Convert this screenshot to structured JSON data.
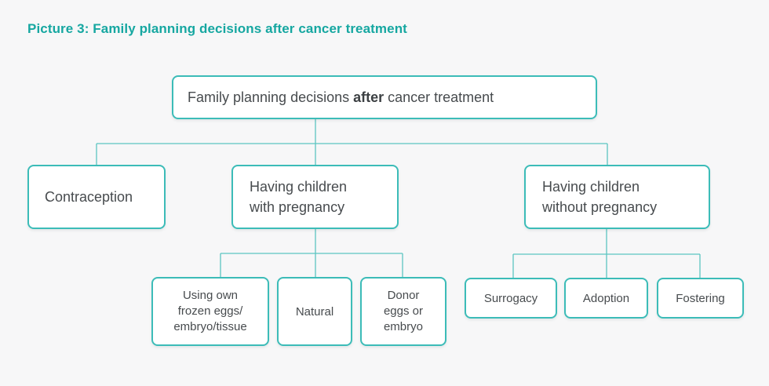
{
  "caption": {
    "label": "Picture 3: Family planning decisions after cancer treatment"
  },
  "colors": {
    "background": "#f7f7f8",
    "caption_teal": "#16a7a1",
    "box_border": "#3cbcb8",
    "connector_line": "#5cc5c1",
    "box_fill": "#ffffff",
    "box_text": "#474b4e"
  },
  "diagram": {
    "root": {
      "prefix": "Family planning decisions ",
      "bold": "after",
      "suffix": " cancer treatment"
    },
    "level1": [
      {
        "label": "Contraception"
      },
      {
        "label": "Having children\nwith pregnancy"
      },
      {
        "label": "Having children\nwithout pregnancy"
      }
    ],
    "with_pregnancy": [
      {
        "label": "Using own\nfrozen eggs/\nembryo/tissue"
      },
      {
        "label": "Natural"
      },
      {
        "label": "Donor\neggs or\nembryo"
      }
    ],
    "without_pregnancy": [
      {
        "label": "Surrogacy"
      },
      {
        "label": "Adoption"
      },
      {
        "label": "Fostering"
      }
    ]
  }
}
